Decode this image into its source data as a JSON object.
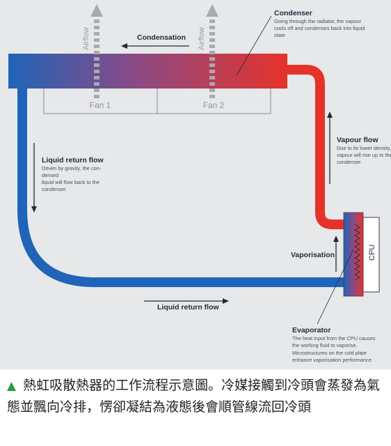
{
  "labels": {
    "airflow_left": "Airflow",
    "airflow_right": "Airflow",
    "condensation": "Condensation",
    "fan1": "Fan 1",
    "fan2": "Fan 2",
    "cpu": "CPU",
    "vaporisation": "Vaporisation",
    "liquid_return_flow_bottom": "Liquid return flow"
  },
  "condenser": {
    "title": "Condenser",
    "lines": [
      "Going through the radiator, the vapour",
      "cools off and condenses back into liquid",
      "state"
    ]
  },
  "vapour_flow": {
    "title": "Vapour flow",
    "lines": [
      "Due to its lower density,",
      "vapour will rise up to the",
      "condenser."
    ]
  },
  "liquid_return": {
    "title": "Liquid return flow",
    "lines": [
      "Driven by gravity, the con-",
      "densed",
      "liquid will flow back to the",
      "condenser."
    ]
  },
  "evaporator": {
    "title": "Evaporator",
    "lines": [
      "The heat input from the CPU causes",
      "the working fluid to vaporise.",
      "Microstructures on the cold plate",
      "enhance vaporisation performance."
    ]
  },
  "caption": {
    "marker": "▲",
    "text": "熱虹吸散熱器的工作流程示意圖。冷媒接觸到冷頭會蒸發為氣態並飄向冷排，愣卻凝結為液態後會順管線流回冷頭"
  },
  "colors": {
    "background": "#e7e8e9",
    "hot_red": "#e5332a",
    "cold_blue": "#1f64b8",
    "caption_marker": "#2e9a3a",
    "arrow_gray": "#a8aaad"
  }
}
